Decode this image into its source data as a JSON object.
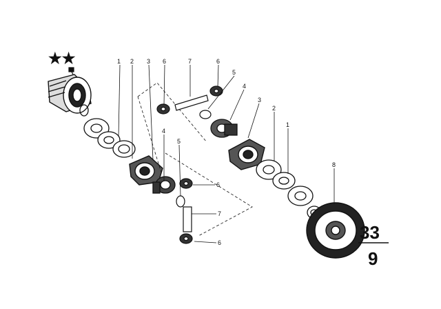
{
  "marks": {
    "stars": "★★"
  },
  "callouts": [
    {
      "id": "c1a",
      "text": "1"
    },
    {
      "id": "c2a",
      "text": "2"
    },
    {
      "id": "c3a",
      "text": "3"
    },
    {
      "id": "c6a",
      "text": "6"
    },
    {
      "id": "c7a",
      "text": "7"
    },
    {
      "id": "c6b",
      "text": "6"
    },
    {
      "id": "c5a",
      "text": "5"
    },
    {
      "id": "c4a",
      "text": "4"
    },
    {
      "id": "c3b",
      "text": "3"
    },
    {
      "id": "c2b",
      "text": "2"
    },
    {
      "id": "c1b",
      "text": "1"
    },
    {
      "id": "c8a",
      "text": "8"
    },
    {
      "id": "c4b",
      "text": "4"
    },
    {
      "id": "c5b",
      "text": "5"
    },
    {
      "id": "c6c",
      "text": "6"
    },
    {
      "id": "c7b",
      "text": "7"
    },
    {
      "id": "c6d",
      "text": "6"
    }
  ],
  "reference": {
    "top": "33",
    "bottom": "9"
  }
}
